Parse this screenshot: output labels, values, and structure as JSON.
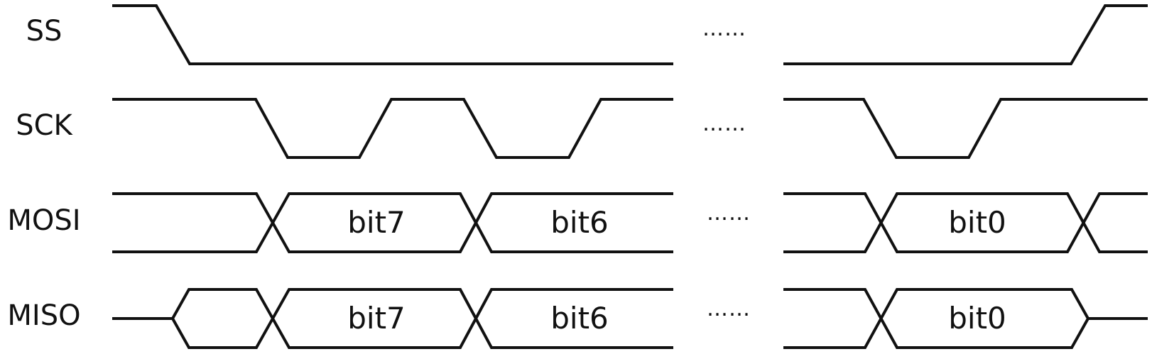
{
  "signals": {
    "ss": {
      "label": "SS"
    },
    "sck": {
      "label": "SCK"
    },
    "mosi": {
      "label": "MOSI",
      "bits": [
        "bit7",
        "bit6",
        "bit0"
      ]
    },
    "miso": {
      "label": "MISO",
      "bits": [
        "bit7",
        "bit6",
        "bit0"
      ]
    }
  },
  "ellipsis": "……",
  "colors": {
    "line": "#111111",
    "background": "#ffffff"
  }
}
